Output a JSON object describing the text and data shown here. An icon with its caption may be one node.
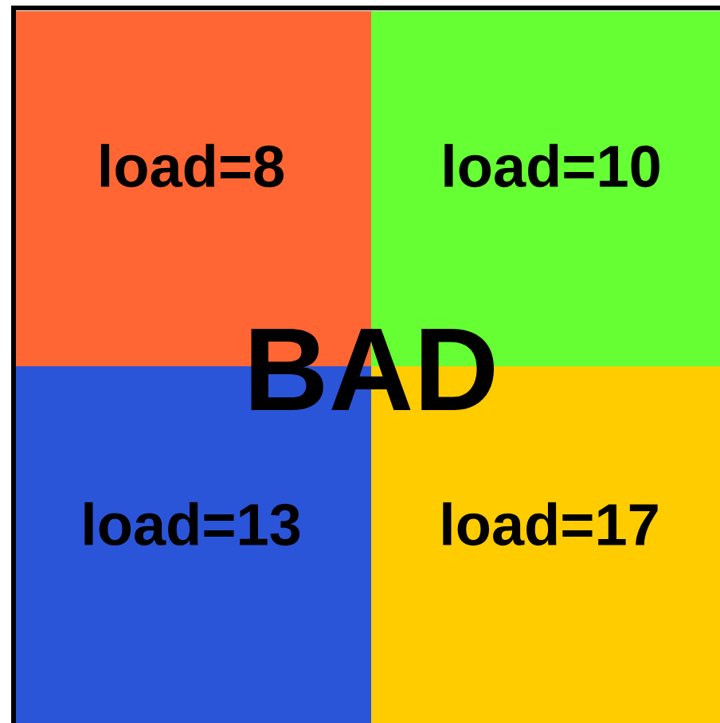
{
  "diagram": {
    "nodes": [
      {
        "text": [
          "load=8"
        ]
      },
      {
        "text": [
          "load=10"
        ]
      },
      {
        "text": [
          "load=13"
        ]
      },
      {
        "text": [
          "load=17"
        ]
      }
    ],
    "labels": [
      "BAD"
    ]
  }
}
